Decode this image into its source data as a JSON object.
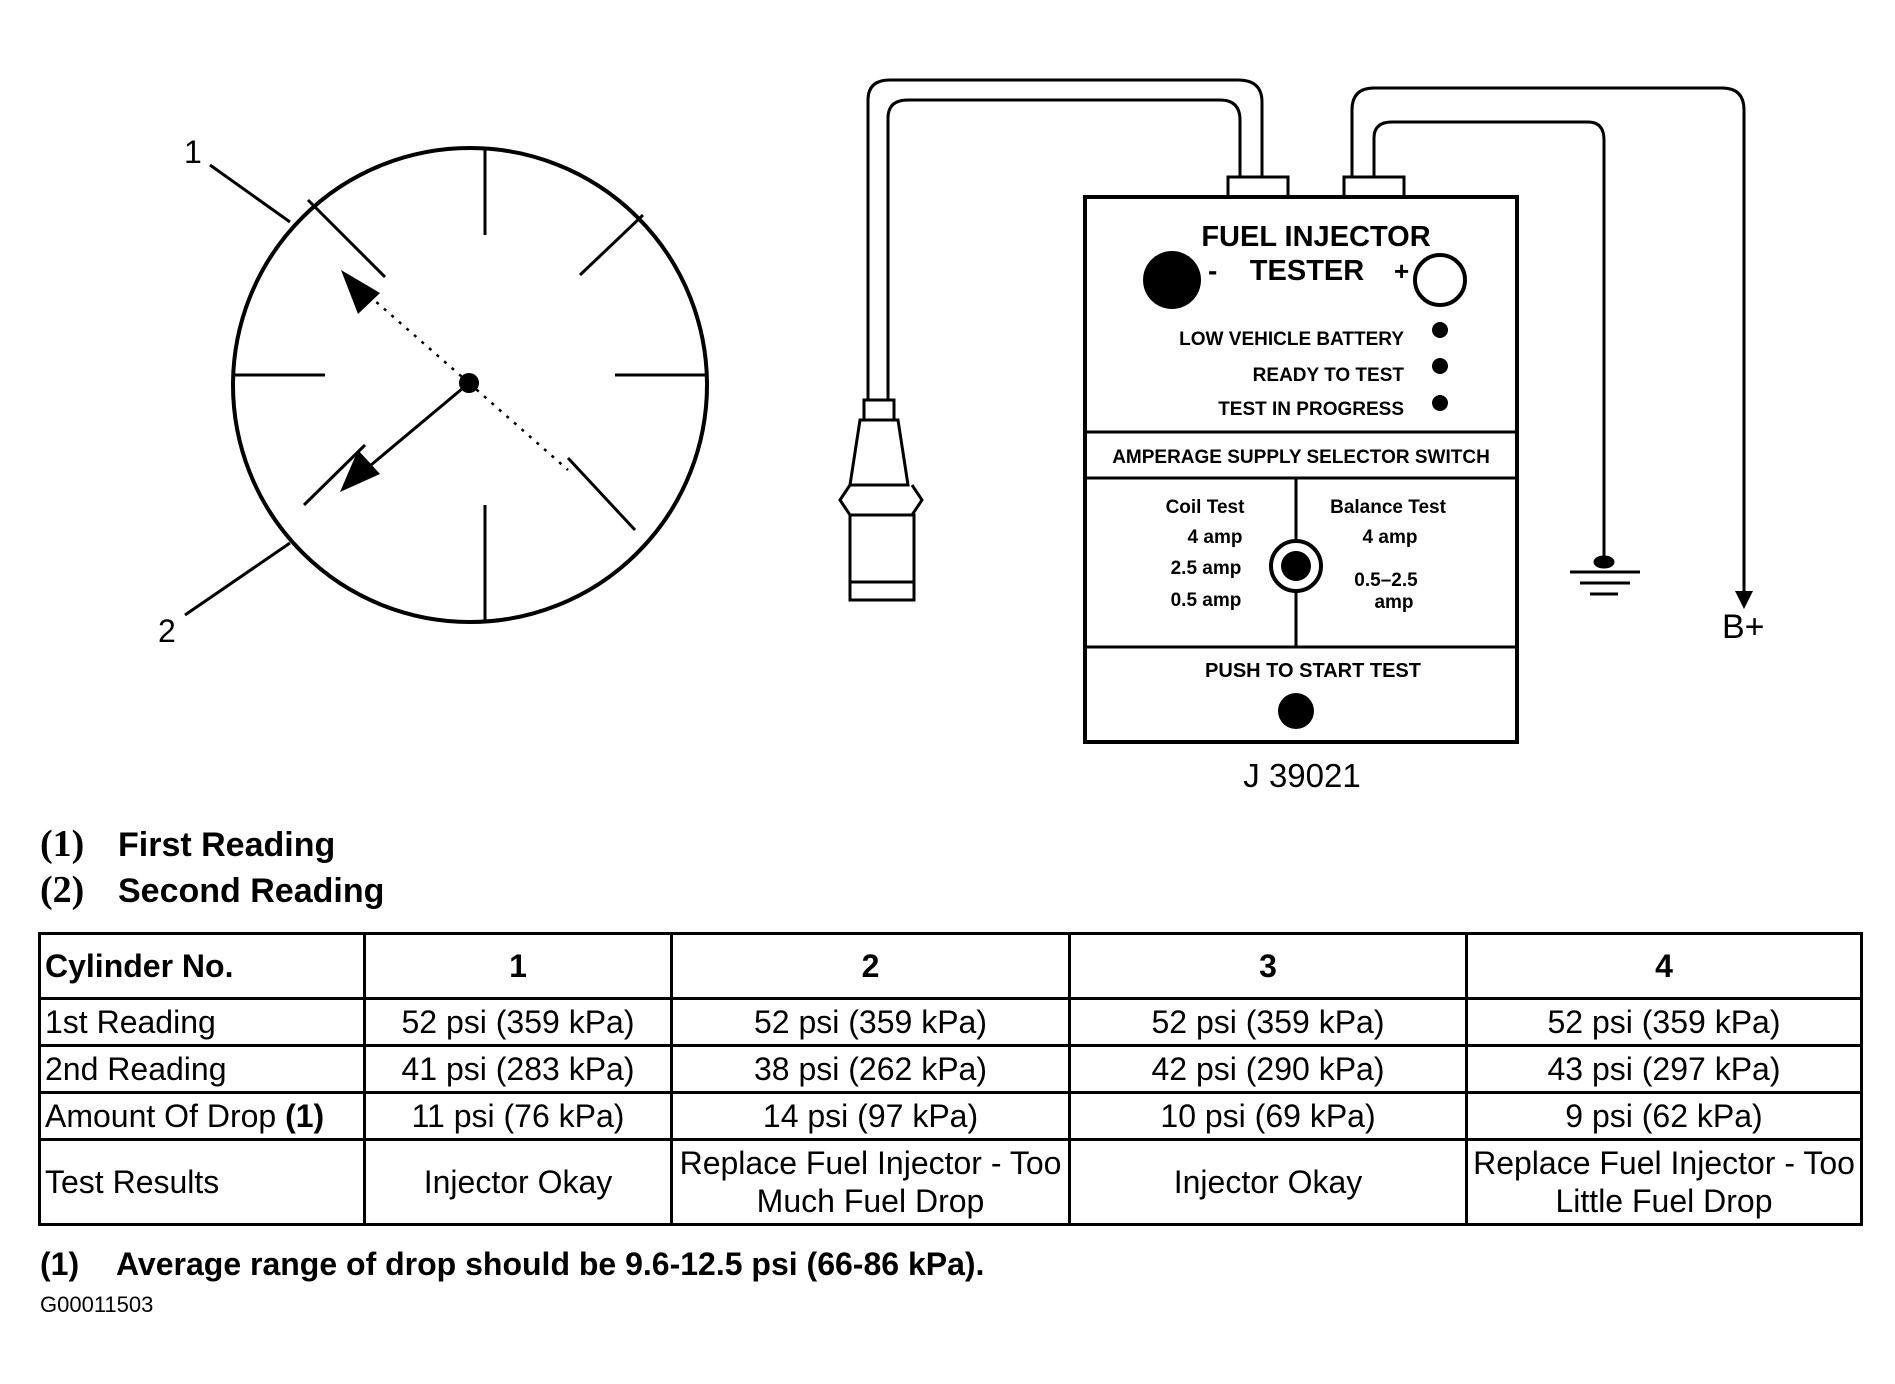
{
  "diagram": {
    "callouts": [
      "1",
      "2"
    ],
    "tester": {
      "title_line1": "FUEL INJECTOR",
      "title_line2": "TESTER",
      "minus": "-",
      "plus": "+",
      "indicators": [
        "LOW VEHICLE BATTERY",
        "READY TO TEST",
        "TEST IN PROGRESS"
      ],
      "selector_title": "AMPERAGE SUPPLY SELECTOR SWITCH",
      "coil_label": "Coil Test",
      "coil_values": [
        "4 amp",
        "2.5 amp",
        "0.5 amp"
      ],
      "balance_label": "Balance Test",
      "balance_values": [
        "4 amp",
        "0.5–2.5",
        "amp"
      ],
      "push_label": "PUSH TO START TEST",
      "model": "J 39021"
    },
    "battery_label": "B+"
  },
  "legend": [
    {
      "num": "(1)",
      "label": "First Reading"
    },
    {
      "num": "(2)",
      "label": "Second Reading"
    }
  ],
  "table": {
    "header": [
      "Cylinder No.",
      "1",
      "2",
      "3",
      "4"
    ],
    "rows": [
      [
        "1st Reading",
        "52 psi (359 kPa)",
        "52 psi (359 kPa)",
        "52 psi (359 kPa)",
        "52 psi (359 kPa)"
      ],
      [
        "2nd Reading",
        "41 psi (283 kPa)",
        "38 psi (262 kPa)",
        "42 psi (290 kPa)",
        "43 psi (297 kPa)"
      ],
      [
        "Amount Of Drop",
        "11 psi (76 kPa)",
        "14 psi (97 kPa)",
        "10 psi (69 kPa)",
        "9 psi (62 kPa)"
      ],
      [
        "Test Results",
        "Injector Okay",
        "Replace Fuel Injector - Too Much Fuel Drop",
        "Injector Okay",
        "Replace Fuel Injector - Too Little Fuel Drop"
      ]
    ],
    "drop_note_ref": "(1)"
  },
  "footnote": {
    "num": "(1)",
    "text": "Average range of drop should be 9.6-12.5 psi (66-86 kPa)."
  },
  "figure_id": "G00011503"
}
